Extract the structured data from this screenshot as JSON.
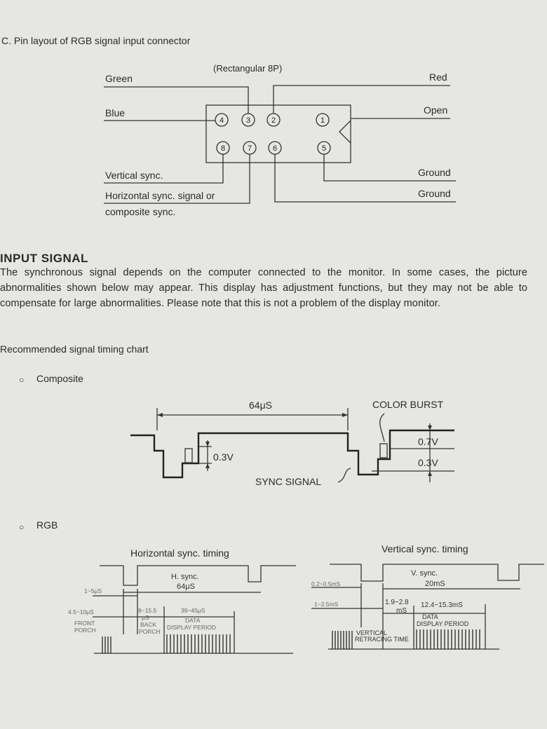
{
  "section_c": {
    "title": "C.  Pin layout of RGB signal input connector",
    "connector_type": "(Rectangular 8P)",
    "pins": [
      "1",
      "2",
      "3",
      "4",
      "5",
      "6",
      "7",
      "8"
    ],
    "labels": {
      "green": "Green",
      "blue": "Blue",
      "red": "Red",
      "open": "Open",
      "vertical": "Vertical sync.",
      "horizontal_1": "Horizontal sync. signal or",
      "horizontal_2": "composite sync.",
      "ground_1": "Ground",
      "ground_2": "Ground"
    }
  },
  "input_signal": {
    "heading": "INPUT SIGNAL",
    "paragraph": "The synchronous signal depends on the computer connected to the monitor. In some cases, the picture abnormalities shown below may appear. This display has adjustment functions, but they may not be able to compensate for large abnormalities. Please note that this is not a problem of the display monitor.",
    "chart_title": "Recommended signal timing chart"
  },
  "composite": {
    "bullet": "○",
    "label": "Composite",
    "period": "64μS",
    "color_burst": "COLOR BURST",
    "v03": "0.3V",
    "v07": "0.7V",
    "v03b": "0.3V",
    "sync_signal": "SYNC SIGNAL"
  },
  "rgb": {
    "bullet": "○",
    "label": "RGB",
    "horizontal": {
      "title": "Horizontal sync. timing",
      "sync": "H. sync.",
      "period": "64μS",
      "t_sync": "1~5μS",
      "t_front": "4.5~10μS",
      "front_1": "FRONT",
      "front_2": "PORCH",
      "t_back_1": "8~15.5",
      "t_back_2": "μS",
      "back_1": "BACK",
      "back_2": "PORCH",
      "t_data": "39~45μS",
      "data_1": "DATA",
      "data_2": "DISPLAY PERIOD"
    },
    "vertical": {
      "title": "Vertical sync. timing",
      "sync": "V. sync.",
      "period": "20mS",
      "t_sync": "0.2~0.5mS",
      "t_front": "1~2.5mS",
      "t_retrace_1": "1.9~2.8",
      "t_retrace_2": "mS",
      "t_data": "12.4~15.3mS",
      "data_1": "DATA",
      "data_2": "DISPLAY PERIOD",
      "retrace_1": "VERTICAL",
      "retrace_2": "RETRACING TIME"
    }
  }
}
